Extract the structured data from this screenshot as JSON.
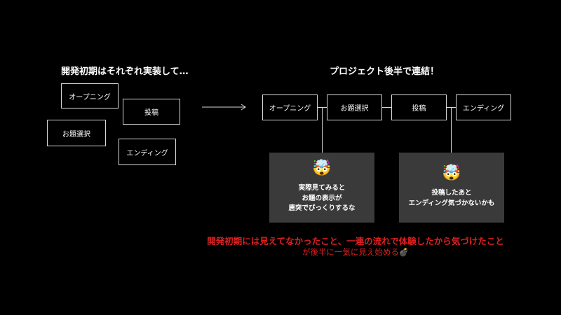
{
  "left": {
    "heading": "開発初期はそれぞれ実装して…",
    "boxes": {
      "opening": "オープニング",
      "post": "投稿",
      "topic": "お題選択",
      "ending": "エンディング"
    }
  },
  "right": {
    "heading": "プロジェクト後半で連結！",
    "flow": [
      "オープニング",
      "お題選択",
      "投稿",
      "エンディング"
    ],
    "callouts": [
      {
        "emoji": "🤯",
        "lines": [
          "実際見てみると",
          "お題の表示が",
          "唐突でびっくりするな"
        ]
      },
      {
        "emoji": "🤯",
        "lines": [
          "投稿したあと",
          "エンディング気づかないかも"
        ]
      }
    ]
  },
  "conclusion": {
    "line1": "開発初期には見えてなかったこと、一連の流れで体験したから気づけたこと",
    "line2": "が後半に一気に見え始める💣"
  },
  "colors": {
    "background": "#000000",
    "box_border": "#d8d8d8",
    "callout_bg": "#3a3a3a",
    "accent_red": "#e02020"
  }
}
